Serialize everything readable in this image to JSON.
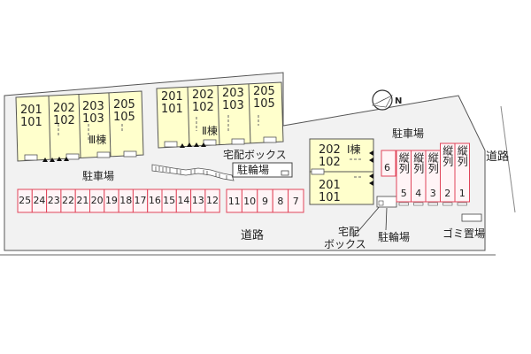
{
  "buildings": {
    "b3": {
      "name": "Ⅲ棟",
      "units": [
        {
          "upper": "201",
          "lower": "101"
        },
        {
          "upper": "202",
          "lower": "102"
        },
        {
          "upper": "203",
          "lower": "103"
        },
        {
          "upper": "205",
          "lower": "105"
        }
      ]
    },
    "b2": {
      "name": "Ⅱ棟",
      "units": [
        {
          "upper": "201",
          "lower": "101"
        },
        {
          "upper": "202",
          "lower": "102"
        },
        {
          "upper": "203",
          "lower": "103"
        },
        {
          "upper": "205",
          "lower": "105"
        }
      ]
    },
    "b1": {
      "name": "Ⅰ棟",
      "units": [
        {
          "upper": "202",
          "lower": "102"
        },
        {
          "upper": "201",
          "lower": "101"
        }
      ]
    }
  },
  "labels": {
    "parking_left": "駐車場",
    "parking_right": "駐車場",
    "delivery_box_top": "宅配ボックス",
    "bike_parking_top": "駐輪場",
    "road_bottom": "道路",
    "road_right": "道路",
    "delivery_box_bottom_1": "宅配",
    "delivery_box_bottom_2": "ボックス",
    "bike_parking_bottom": "駐輪場",
    "garbage": "ゴミ置場",
    "compass": "N"
  },
  "parking_row_a": [
    "25",
    "24",
    "23",
    "22",
    "21",
    "20",
    "19",
    "18",
    "17",
    "16",
    "15",
    "14",
    "13",
    "12"
  ],
  "parking_row_b": [
    "11",
    "10",
    "9",
    "8",
    "7"
  ],
  "parking_vertical": [
    {
      "num": "5",
      "text": "縦列"
    },
    {
      "num": "4",
      "text": "縦列"
    },
    {
      "num": "3",
      "text": "縦列"
    },
    {
      "num": "2",
      "text": "縦列"
    },
    {
      "num": "1",
      "text": "縦列"
    }
  ],
  "parking_single": "6",
  "colors": {
    "site_fill": "#f2f2f2",
    "building_fill": "#ffffcc",
    "parking_stroke": "#e0455a",
    "parking_fill": "#fff4f6"
  }
}
